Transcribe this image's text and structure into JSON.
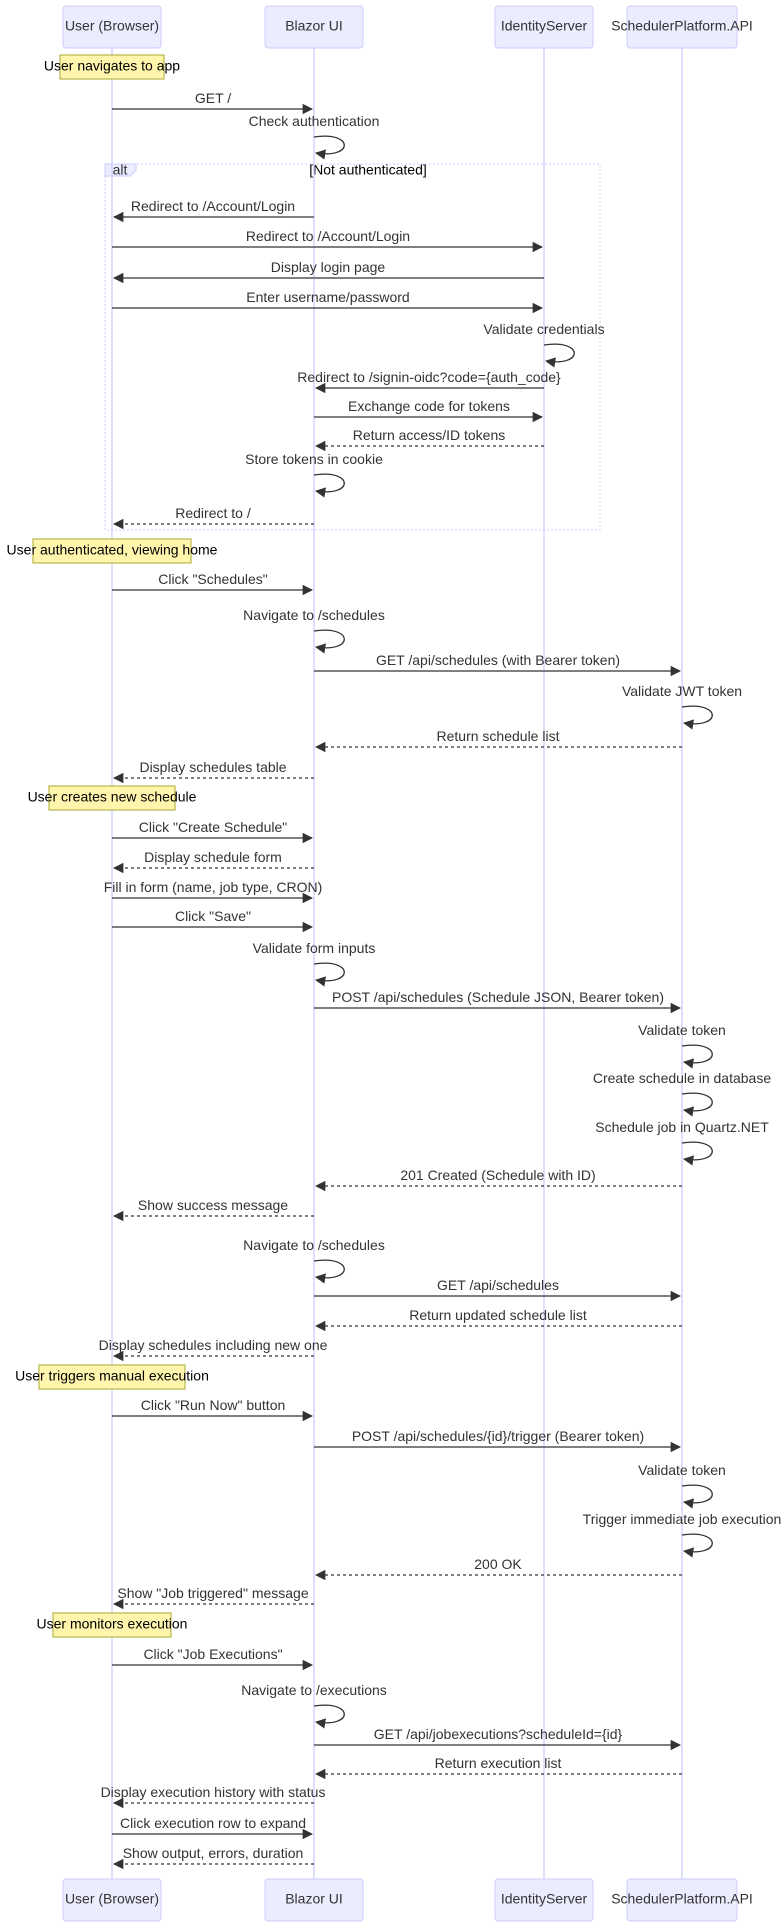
{
  "actors": [
    {
      "id": "user",
      "label": "User (Browser)"
    },
    {
      "id": "ui",
      "label": "Blazor UI"
    },
    {
      "id": "ids",
      "label": "IdentityServer"
    },
    {
      "id": "api",
      "label": "SchedulerPlatform.API"
    }
  ],
  "alt_block": {
    "keyword": "alt",
    "condition": "[Not authenticated]"
  },
  "events": [
    {
      "type": "note",
      "over": "user",
      "text": "User navigates to app"
    },
    {
      "type": "msg",
      "from": "user",
      "to": "ui",
      "text": "GET /",
      "style": "solid"
    },
    {
      "type": "self",
      "on": "ui",
      "text": "Check authentication"
    },
    {
      "type": "msg",
      "from": "ui",
      "to": "user",
      "text": "Redirect to /Account/Login",
      "style": "solid"
    },
    {
      "type": "msg",
      "from": "user",
      "to": "ids",
      "text": "Redirect to /Account/Login",
      "style": "solid"
    },
    {
      "type": "msg",
      "from": "ids",
      "to": "user",
      "text": "Display login page",
      "style": "solid"
    },
    {
      "type": "msg",
      "from": "user",
      "to": "ids",
      "text": "Enter username/password",
      "style": "solid"
    },
    {
      "type": "self",
      "on": "ids",
      "text": "Validate credentials"
    },
    {
      "type": "msg",
      "from": "ids",
      "to": "ui",
      "text": "Redirect to /signin-oidc?code={auth_code}",
      "style": "solid"
    },
    {
      "type": "msg",
      "from": "ui",
      "to": "ids",
      "text": "Exchange code for tokens",
      "style": "solid"
    },
    {
      "type": "msg",
      "from": "ids",
      "to": "ui",
      "text": "Return access/ID tokens",
      "style": "dashed"
    },
    {
      "type": "self",
      "on": "ui",
      "text": "Store tokens in cookie"
    },
    {
      "type": "msg",
      "from": "ui",
      "to": "user",
      "text": "Redirect to /",
      "style": "dashed"
    },
    {
      "type": "note",
      "over": "user",
      "text": "User authenticated, viewing home"
    },
    {
      "type": "msg",
      "from": "user",
      "to": "ui",
      "text": "Click \"Schedules\"",
      "style": "solid"
    },
    {
      "type": "self",
      "on": "ui",
      "text": "Navigate to /schedules"
    },
    {
      "type": "msg",
      "from": "ui",
      "to": "api",
      "text": "GET /api/schedules (with Bearer token)",
      "style": "solid"
    },
    {
      "type": "self",
      "on": "api",
      "text": "Validate JWT token"
    },
    {
      "type": "msg",
      "from": "api",
      "to": "ui",
      "text": "Return schedule list",
      "style": "dashed"
    },
    {
      "type": "msg",
      "from": "ui",
      "to": "user",
      "text": "Display schedules table",
      "style": "dashed"
    },
    {
      "type": "note",
      "over": "user",
      "text": "User creates new schedule"
    },
    {
      "type": "msg",
      "from": "user",
      "to": "ui",
      "text": "Click \"Create Schedule\"",
      "style": "solid"
    },
    {
      "type": "msg",
      "from": "ui",
      "to": "user",
      "text": "Display schedule form",
      "style": "dashed"
    },
    {
      "type": "msg",
      "from": "user",
      "to": "ui",
      "text": "Fill in form (name, job type, CRON)",
      "style": "solid"
    },
    {
      "type": "msg",
      "from": "user",
      "to": "ui",
      "text": "Click \"Save\"",
      "style": "solid"
    },
    {
      "type": "self",
      "on": "ui",
      "text": "Validate form inputs"
    },
    {
      "type": "msg",
      "from": "ui",
      "to": "api",
      "text": "POST /api/schedules (Schedule JSON, Bearer token)",
      "style": "solid"
    },
    {
      "type": "self",
      "on": "api",
      "text": "Validate token"
    },
    {
      "type": "self",
      "on": "api",
      "text": "Create schedule in database"
    },
    {
      "type": "self",
      "on": "api",
      "text": "Schedule job in Quartz.NET"
    },
    {
      "type": "msg",
      "from": "api",
      "to": "ui",
      "text": "201 Created (Schedule with ID)",
      "style": "dashed"
    },
    {
      "type": "msg",
      "from": "ui",
      "to": "user",
      "text": "Show success message",
      "style": "dashed"
    },
    {
      "type": "self",
      "on": "ui",
      "text": "Navigate to /schedules"
    },
    {
      "type": "msg",
      "from": "ui",
      "to": "api",
      "text": "GET /api/schedules",
      "style": "solid"
    },
    {
      "type": "msg",
      "from": "api",
      "to": "ui",
      "text": "Return updated schedule list",
      "style": "dashed"
    },
    {
      "type": "msg",
      "from": "ui",
      "to": "user",
      "text": "Display schedules including new one",
      "style": "dashed"
    },
    {
      "type": "note",
      "over": "user",
      "text": "User triggers manual execution"
    },
    {
      "type": "msg",
      "from": "user",
      "to": "ui",
      "text": "Click \"Run Now\" button",
      "style": "solid"
    },
    {
      "type": "msg",
      "from": "ui",
      "to": "api",
      "text": "POST /api/schedules/{id}/trigger (Bearer token)",
      "style": "solid"
    },
    {
      "type": "self",
      "on": "api",
      "text": "Validate token"
    },
    {
      "type": "self",
      "on": "api",
      "text": "Trigger immediate job execution"
    },
    {
      "type": "msg",
      "from": "api",
      "to": "ui",
      "text": "200 OK",
      "style": "dashed"
    },
    {
      "type": "msg",
      "from": "ui",
      "to": "user",
      "text": "Show \"Job triggered\" message",
      "style": "dashed"
    },
    {
      "type": "note",
      "over": "user",
      "text": "User monitors execution"
    },
    {
      "type": "msg",
      "from": "user",
      "to": "ui",
      "text": "Click \"Job Executions\"",
      "style": "solid"
    },
    {
      "type": "self",
      "on": "ui",
      "text": "Navigate to /executions"
    },
    {
      "type": "msg",
      "from": "ui",
      "to": "api",
      "text": "GET /api/jobexecutions?scheduleId={id}",
      "style": "solid"
    },
    {
      "type": "msg",
      "from": "api",
      "to": "ui",
      "text": "Return execution list",
      "style": "dashed"
    },
    {
      "type": "msg",
      "from": "ui",
      "to": "user",
      "text": "Display execution history with status",
      "style": "dashed"
    },
    {
      "type": "msg",
      "from": "user",
      "to": "ui",
      "text": "Click execution row to expand",
      "style": "solid"
    },
    {
      "type": "msg",
      "from": "ui",
      "to": "user",
      "text": "Show output, errors, duration",
      "style": "dashed"
    }
  ]
}
